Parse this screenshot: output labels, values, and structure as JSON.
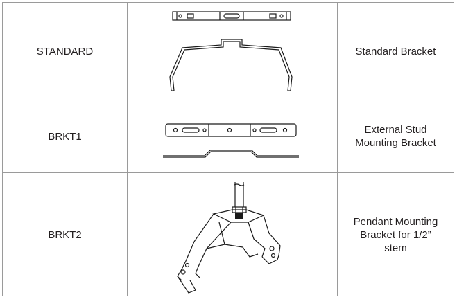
{
  "rows": [
    {
      "code": "STANDARD",
      "description": "Standard Bracket"
    },
    {
      "code": "BRKT1",
      "description_lines": [
        "External Stud",
        "Mounting Bracket"
      ]
    },
    {
      "code": "BRKT2",
      "description_lines": [
        "Pendant Mounting",
        "Bracket for 1/2”",
        "stem"
      ]
    }
  ],
  "colors": {
    "grid": "#9a9a9a",
    "text": "#231f20",
    "drawing": "#1a1a1a"
  }
}
